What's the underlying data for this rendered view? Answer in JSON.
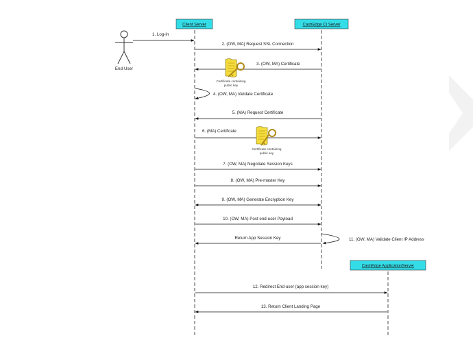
{
  "actors": {
    "end_user": "End-User",
    "client_server": "Client Server",
    "cashedge_server": "CashEdge CI Server",
    "app_server": "CashEdge ApplicationServer"
  },
  "messages": [
    "1. Log-In",
    "2. (OW, MA) Request SSL Connection",
    "3. (OW, MA) Certificate",
    "4. (OW, MA) Validate Certificate",
    "5. (MA) Request Certificate",
    "6. (MA) Certificate",
    "7. (OW, MA) Negotiate Session Keys",
    "8. (OW, MA) Pre-master Key",
    "9. (OW, MA) Generate Encryption Key",
    "10. (OW, MA) Post end-user Payload",
    "Return App Session Key",
    "11. (OW, MA) Validate Client IP Address",
    "12. Redirect End-user (app session key)",
    "13. Return Client Landing Page"
  ],
  "certificates": [
    {
      "caption": [
        "Certificate containing",
        "public key"
      ]
    },
    {
      "caption": [
        "Certificate containing",
        "public key"
      ]
    }
  ],
  "colors": {
    "actor_box": "#33dde8",
    "line": "#111111",
    "certificate": "#f3dc3c",
    "key": "#c9a227"
  }
}
